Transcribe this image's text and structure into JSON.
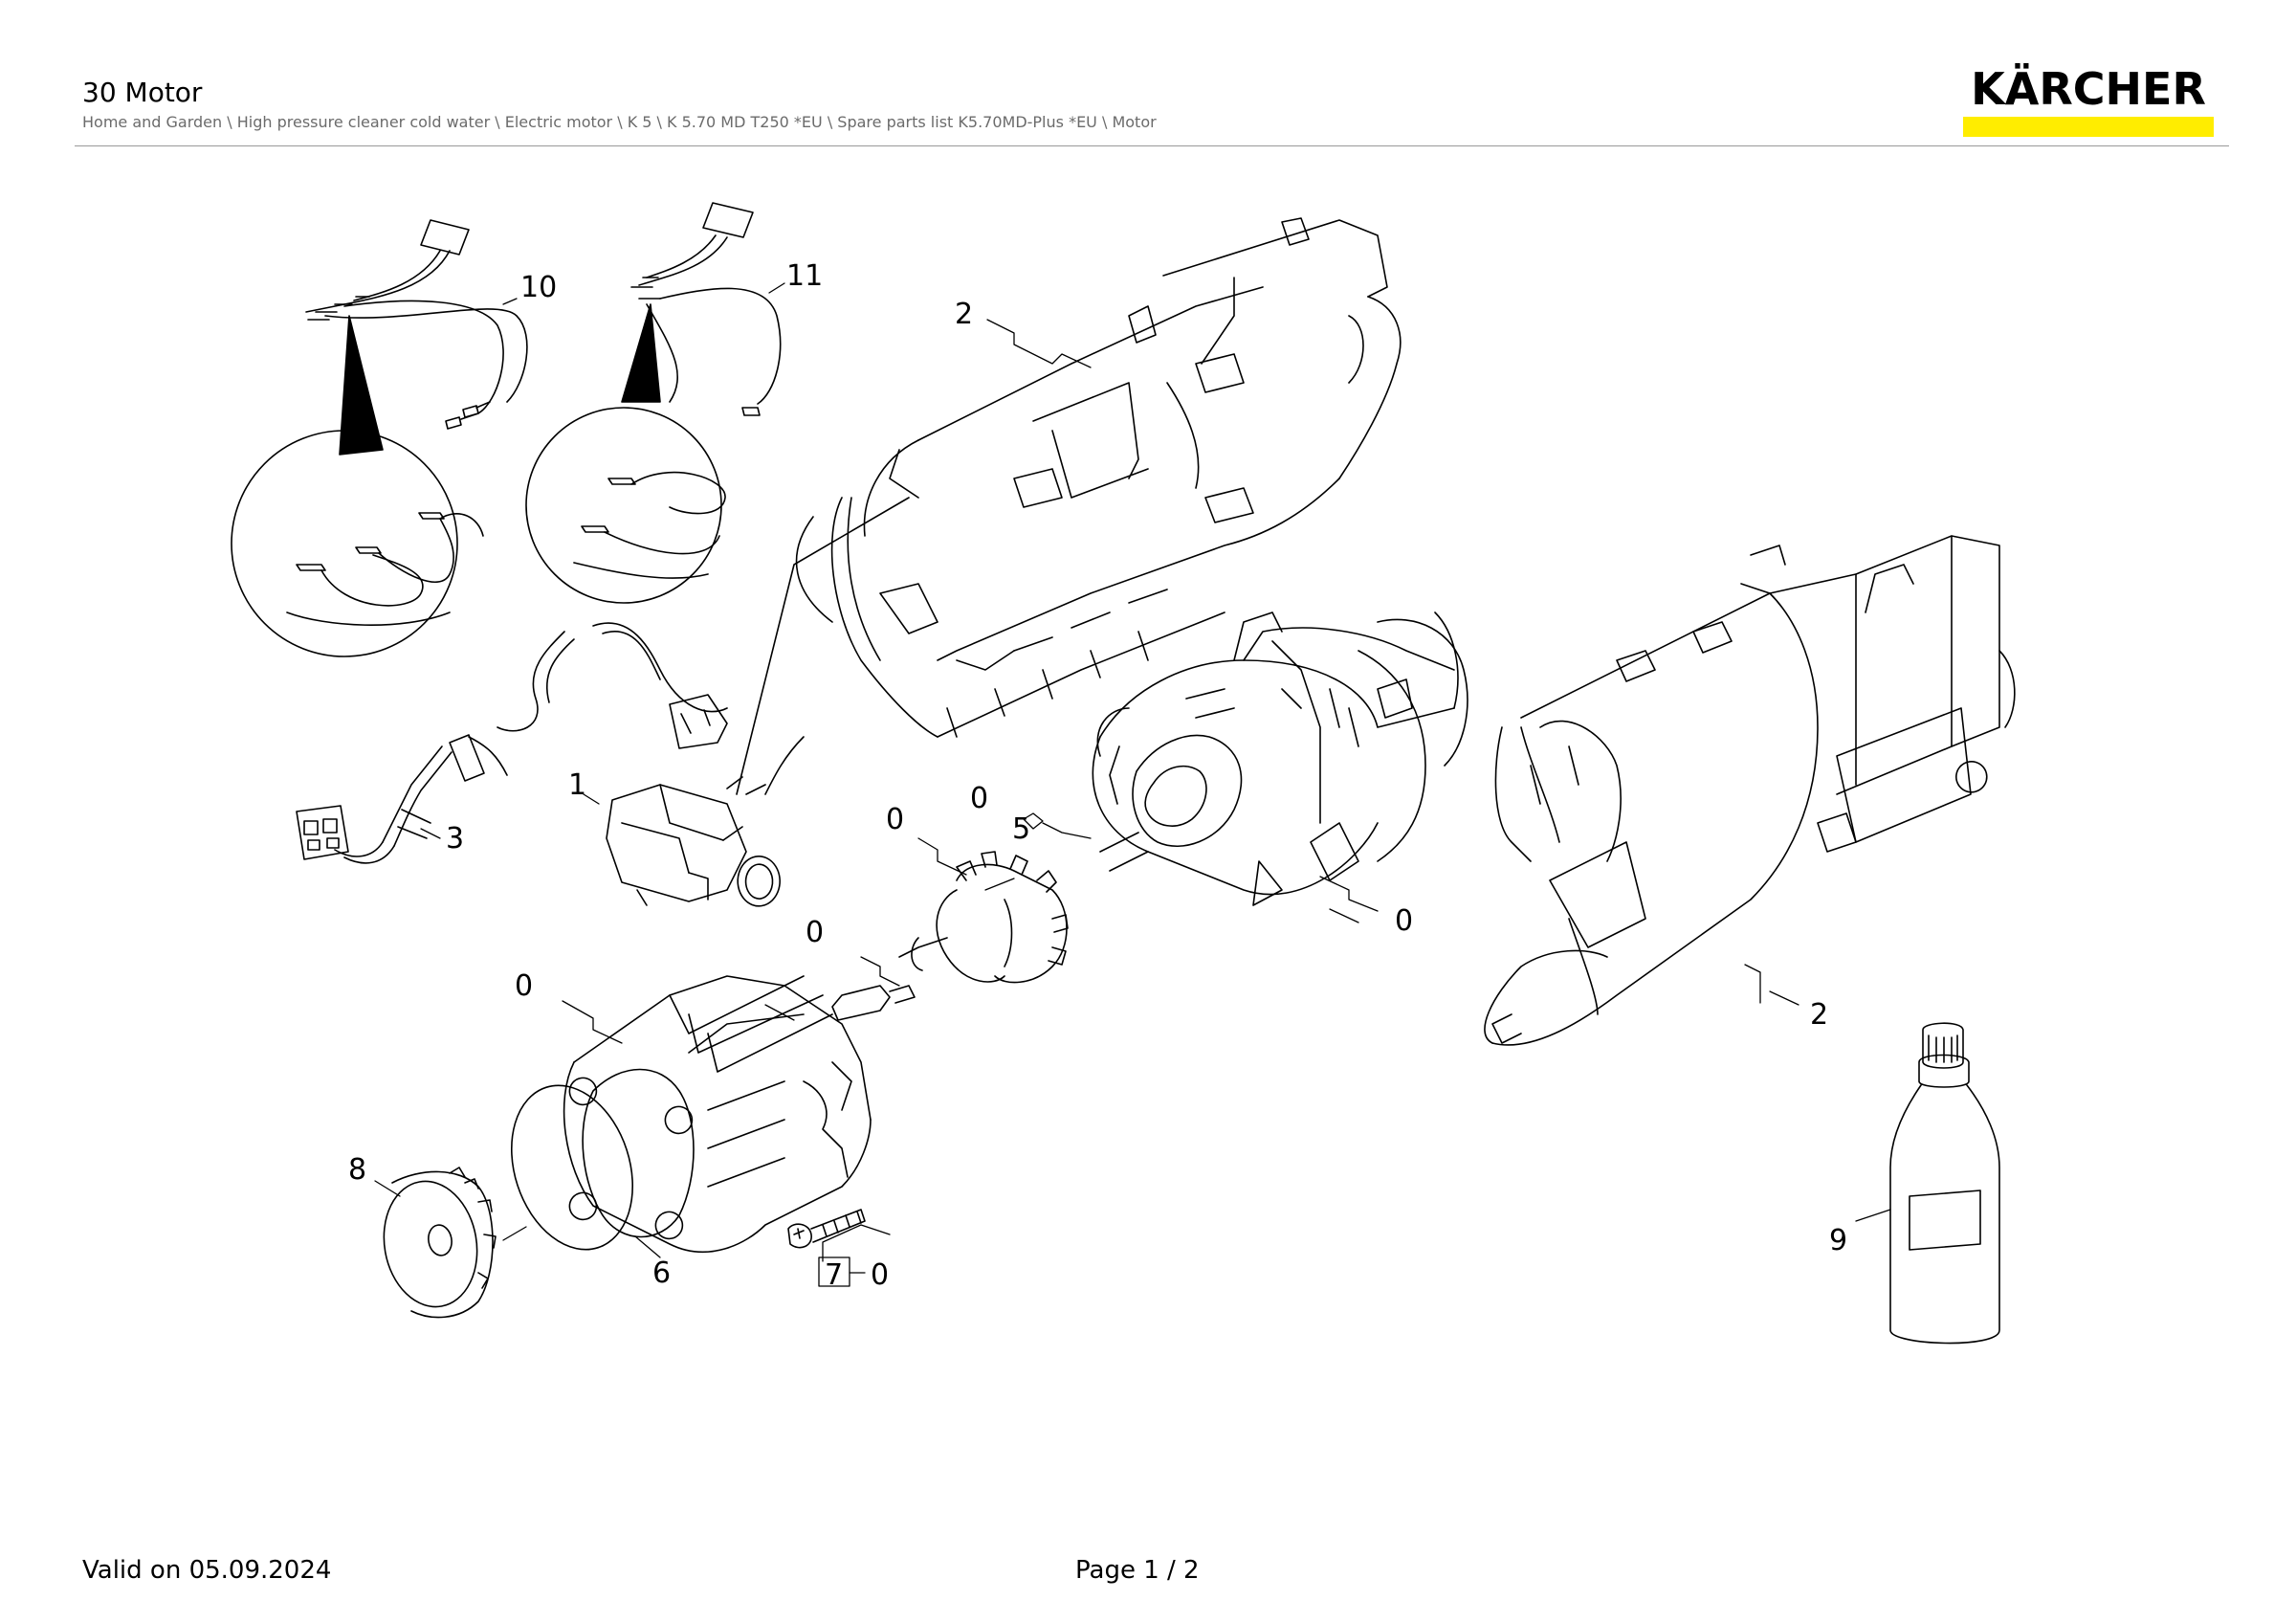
{
  "header": {
    "title": "30 Motor",
    "breadcrumb": "Home and Garden \\ High pressure cleaner cold water \\ Electric motor \\ K 5 \\ K 5.70 MD T250 *EU \\ Spare parts list K5.70MD-Plus *EU \\ Motor",
    "logo_text": "KÄRCHER",
    "brand_yellow": "#ffed00"
  },
  "diagram": {
    "labels": {
      "p10": "10",
      "p11": "11",
      "p2a": "2",
      "p3": "3",
      "p1": "1",
      "p0a": "0",
      "p0b": "0",
      "p5": "5",
      "p0c": "0",
      "p0d": "0",
      "p0e": "0",
      "p2b": "2",
      "p8": "8",
      "p6": "6",
      "p7": "7",
      "p0f": "0",
      "p9": "9"
    }
  },
  "footer": {
    "valid": "Valid on 05.09.2024",
    "page": "Page 1 / 2"
  }
}
